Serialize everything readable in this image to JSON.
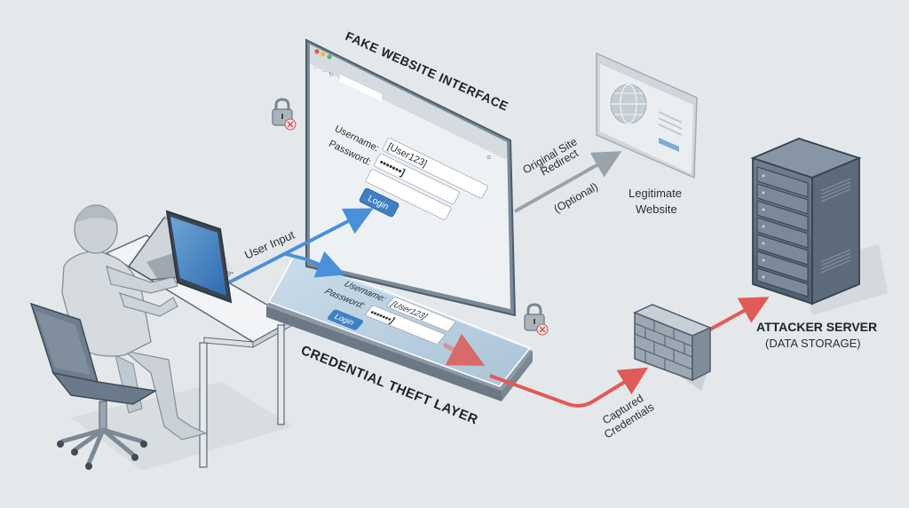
{
  "diagram": {
    "fake_site": {
      "title": "FAKE WEBSITE INTERFACE",
      "username_label": "Username:",
      "username_value": "[User123]",
      "password_label": "Password:",
      "password_value": "•••••••]",
      "login_button": "Login"
    },
    "theft_layer": {
      "title": "CREDENTIAL THEFT LAYER",
      "username_label": "Username:",
      "username_value": "[User123]",
      "password_label": "Password:",
      "password_value": "•••••••]",
      "login_button": "Login"
    },
    "user_input_label": "User Input",
    "redirect": {
      "line1": "Original Site",
      "line2": "Redirect",
      "line3": "(Optional)"
    },
    "legitimate": {
      "line1": "Legitimate",
      "line2": "Website"
    },
    "captured": {
      "line1": "Captured",
      "line2": "Credentials"
    },
    "attacker": {
      "title": "ATTACKER SERVER",
      "subtitle": "(DATA STORAGE)"
    },
    "colors": {
      "background": "#e5e8ea",
      "user_flow": "#4a90d9",
      "theft_flow": "#e05a57",
      "redirect_flow": "#9aa3ab",
      "server": "#5f7184",
      "login_button": "#3f80c4"
    },
    "icons": [
      "person-icon",
      "laptop-icon",
      "desk-icon",
      "office-chair-icon",
      "padlock-broken-icon",
      "globe-icon",
      "firewall-icon",
      "server-icon"
    ]
  }
}
